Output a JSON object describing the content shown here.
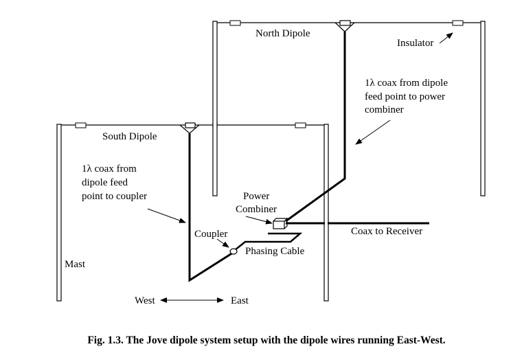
{
  "labels": {
    "north_dipole": "North Dipole",
    "south_dipole": "South Dipole",
    "insulator": "Insulator",
    "north_coax": [
      "1λ coax from dipole",
      "feed point to power",
      "combiner"
    ],
    "south_coax": [
      "1λ coax from",
      "dipole feed",
      "point to coupler"
    ],
    "power_combiner": [
      "Power",
      "Combiner"
    ],
    "coupler": "Coupler",
    "phasing_cable": "Phasing Cable",
    "coax_to_receiver": "Coax to Receiver",
    "mast": "Mast",
    "west": "West",
    "east": "East"
  },
  "caption": "Fig. 1.3.  The Jove dipole system setup with the dipole wires running East-West."
}
